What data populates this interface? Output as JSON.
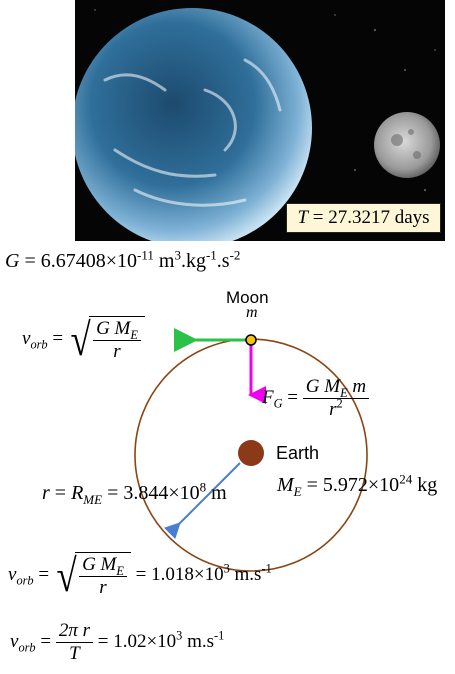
{
  "period": {
    "symbol": "T",
    "equals": " = ",
    "value": "27.3217 days"
  },
  "gravitational_constant": {
    "symbol": "G",
    "rest": " = 6.67408×10",
    "exp": "-11",
    "unit_a": " m",
    "unit_a_exp": "3",
    "unit_b": ".kg",
    "unit_b_exp": "-1",
    "unit_c": ".s",
    "unit_c_exp": "-2"
  },
  "moon": {
    "label": "Moon",
    "mass_symbol": "m"
  },
  "earth": {
    "label": "Earth"
  },
  "orbital_speed_formula": {
    "lhs": "v",
    "lhs_sub": "orb",
    "equals": " = ",
    "num": "G M",
    "num_sub": "E",
    "den": "r"
  },
  "gravity_force": {
    "lhs": "F",
    "lhs_sub": "G",
    "equals": " = ",
    "num": "G M",
    "num_sub": "E",
    "num_tail": " m",
    "den": "r",
    "den_exp": "2"
  },
  "radius": {
    "lhs": "r",
    "equals": " = ",
    "mid": "R",
    "mid_sub": "ME",
    "value": " = 3.844×10",
    "exp": "8",
    "unit": " m"
  },
  "earth_mass": {
    "lhs": "M",
    "lhs_sub": "E",
    "value": " = 5.972×10",
    "exp": "24",
    "unit": " kg"
  },
  "speed_result_1": {
    "lhs": "v",
    "lhs_sub": "orb",
    "equals": " = ",
    "num": "G M",
    "num_sub": "E",
    "den": "r",
    "value": " = 1.018×10",
    "exp": "3",
    "unit": " m.s",
    "unit_exp": "-1"
  },
  "speed_result_2": {
    "lhs": "v",
    "lhs_sub": "orb",
    "equals": " = ",
    "num": "2π r",
    "den": "T",
    "value": " = 1.02×10",
    "exp": "3",
    "unit": " m.s",
    "unit_exp": "-1"
  },
  "colors": {
    "orbit": "#8b4513",
    "earth_dot": "#8b3a17",
    "velocity_arrow": "#2cc24a",
    "force_arrow": "#ee00ee",
    "radius_arrow": "#4a7fd0",
    "moon_dot": "#f1c40f"
  }
}
